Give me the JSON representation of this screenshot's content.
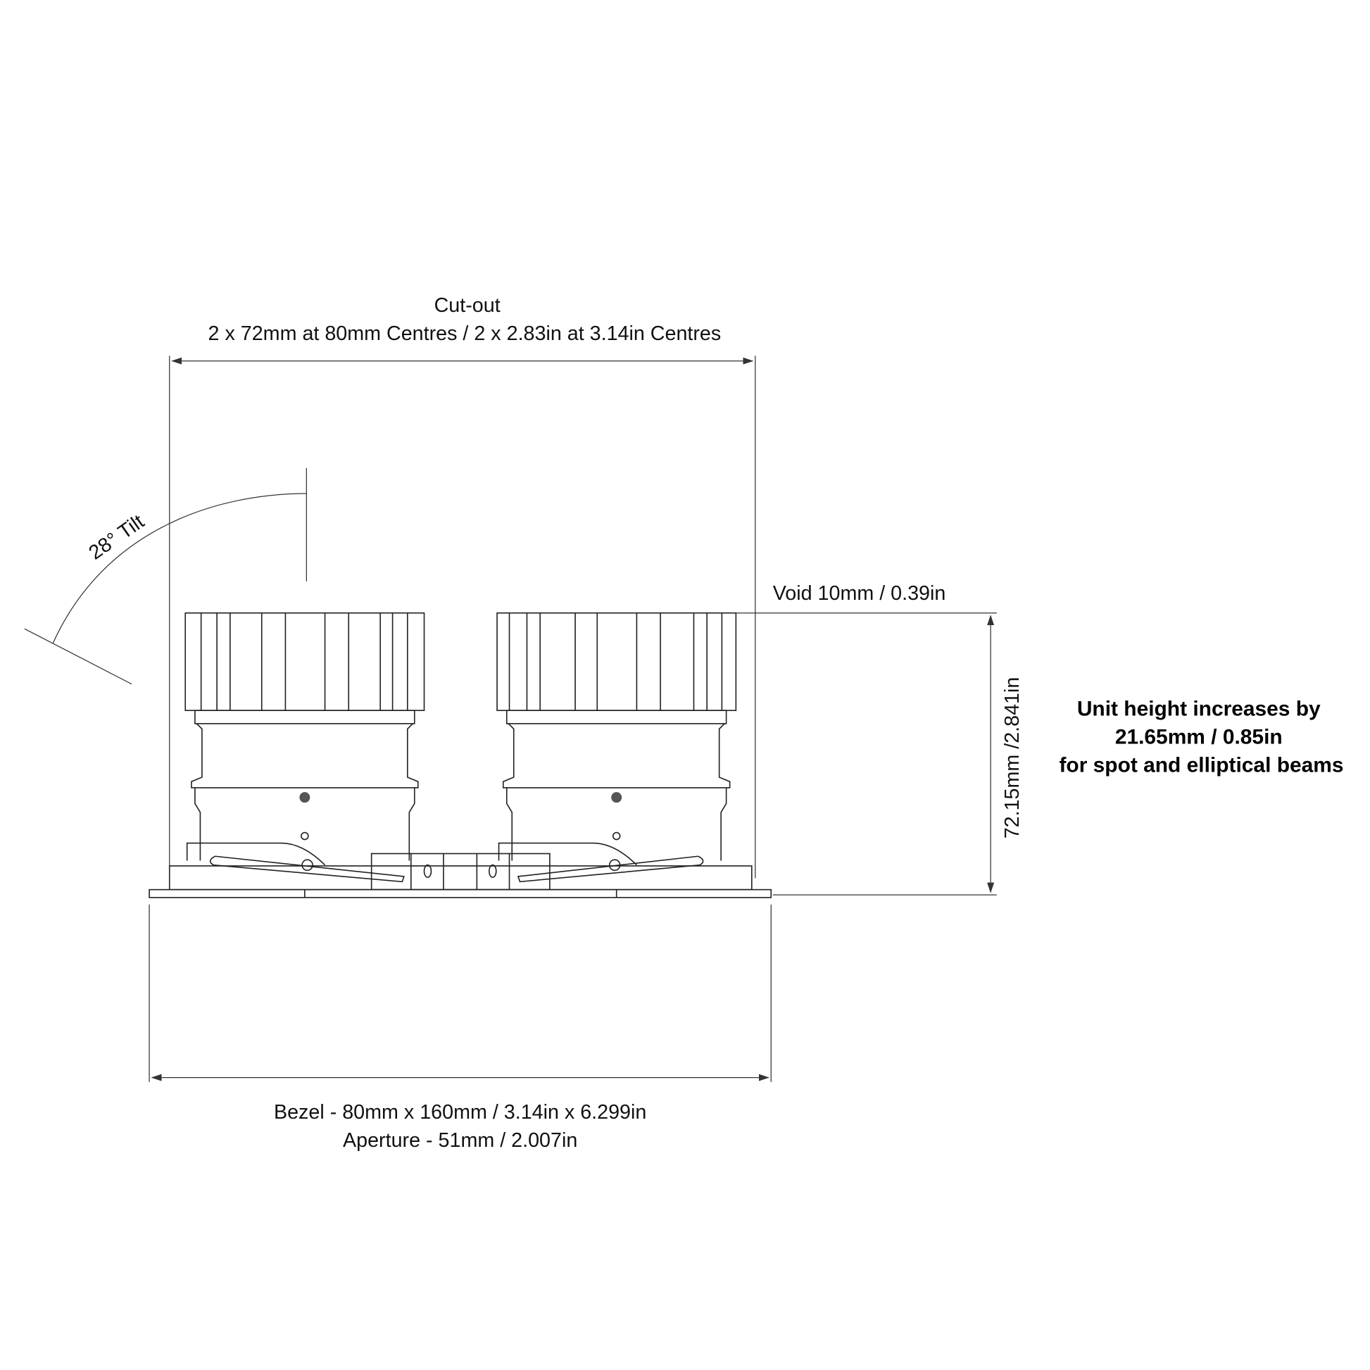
{
  "cutout": {
    "title": "Cut-out",
    "dimensions": "2 x 72mm at 80mm Centres  / 2 x 2.83in at 3.14in Centres"
  },
  "tilt_label": "28° Tilt",
  "void_label": "Void 10mm / 0.39in",
  "height_label": "72.15mm /2.841in",
  "note": {
    "line1": "Unit height increases by",
    "line2": "21.65mm / 0.85in",
    "line3": "for spot and elliptical beams"
  },
  "bezel_label": "Bezel - 80mm x 160mm / 3.14in x 6.299in",
  "aperture_label": "Aperture - 51mm / 2.007in"
}
